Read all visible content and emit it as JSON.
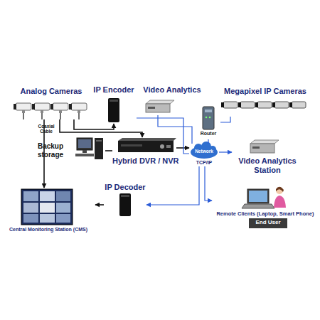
{
  "diagram": {
    "nodes": [
      {
        "text": [
          "Analog Cameras"
        ]
      },
      {
        "text": [
          "IP Encoder"
        ]
      },
      {
        "text": [
          "Video Analytics"
        ]
      },
      {
        "text": [
          "Megapixel IP Cameras"
        ]
      },
      {
        "text": [
          "Router"
        ]
      },
      {
        "text": [
          "Backup storage"
        ]
      },
      {
        "text": [
          "Hybrid DVR / NVR"
        ]
      },
      {
        "text": [
          "Network",
          "TCP/IP"
        ]
      },
      {
        "text": [
          "Video Analytics Station"
        ]
      },
      {
        "text": [
          "IP Decoder"
        ]
      },
      {
        "text": [
          "Remote Clients (Laptop, Smart Phone)"
        ]
      },
      {
        "text": [
          "End User"
        ],
        "in": 10
      },
      {
        "text": [
          "Central Monitoring Station (CMS)"
        ]
      }
    ],
    "edges": [
      {
        "from": 0,
        "to": 12,
        "arrow": "to"
      },
      {
        "from": 0,
        "to": 1,
        "arrow": "to"
      },
      {
        "from": 0,
        "to": 6,
        "arrow": "to"
      },
      {
        "from": 5,
        "to": 6,
        "arrow": "none"
      },
      {
        "from": 6,
        "to": 7,
        "arrow": "to"
      },
      {
        "from": 1,
        "to": 7,
        "arrow": "none"
      },
      {
        "from": 2,
        "to": 7,
        "arrow": "none"
      },
      {
        "from": 3,
        "to": 4,
        "arrow": "none"
      },
      {
        "from": 4,
        "to": 7,
        "arrow": "none"
      },
      {
        "from": 7,
        "to": 8,
        "arrow": "to"
      },
      {
        "from": 7,
        "to": 9,
        "arrow": "to"
      },
      {
        "from": 7,
        "to": 10,
        "arrow": "to"
      },
      {
        "from": 9,
        "to": 12,
        "arrow": "to"
      }
    ],
    "labels": [
      "Coaxial Cable"
    ]
  }
}
